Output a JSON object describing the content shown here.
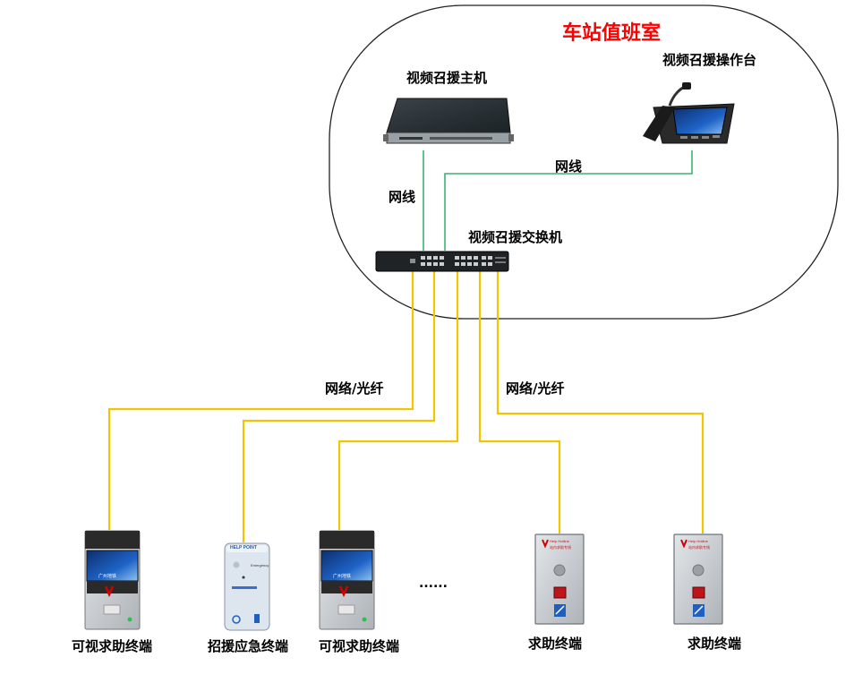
{
  "room": {
    "title": "车站值班室"
  },
  "devices": {
    "host": "视频召援主机",
    "console": "视频召援操作台",
    "switch": "视频召援交换机"
  },
  "cables": {
    "network_1": "网线",
    "network_2": "网线",
    "fiber_1": "网络/光纤",
    "fiber_2": "网络/光纤"
  },
  "terminals": [
    {
      "label": "可视求助终端",
      "type": "video-help-terminal",
      "screen_text": "广州地铁"
    },
    {
      "label": "招援应急终端",
      "type": "emergency-terminal",
      "panel_header": "HELP POINT",
      "panel_sub": "Emergency"
    },
    {
      "label": "可视求助终端",
      "type": "video-help-terminal",
      "screen_text": "广州地铁"
    },
    {
      "label": "求助终端",
      "type": "help-terminal",
      "panel_header": "Help  Hotline",
      "panel_sub": "站内求助专线"
    },
    {
      "label": "求助终端",
      "type": "help-terminal",
      "panel_header": "Help  Hotline",
      "panel_sub": "站内求助专线"
    }
  ],
  "ellipsis": "......",
  "colors": {
    "network": "#3cb371",
    "fiber": "#f5c400",
    "title": "#ff0000",
    "device_dark": "#2b2b2b",
    "panel_steel": "#c9cdd2"
  },
  "icons": [
    "red-metro-logo-icon",
    "help-button-icon",
    "speaker-grille-icon",
    "accessibility-icon"
  ]
}
